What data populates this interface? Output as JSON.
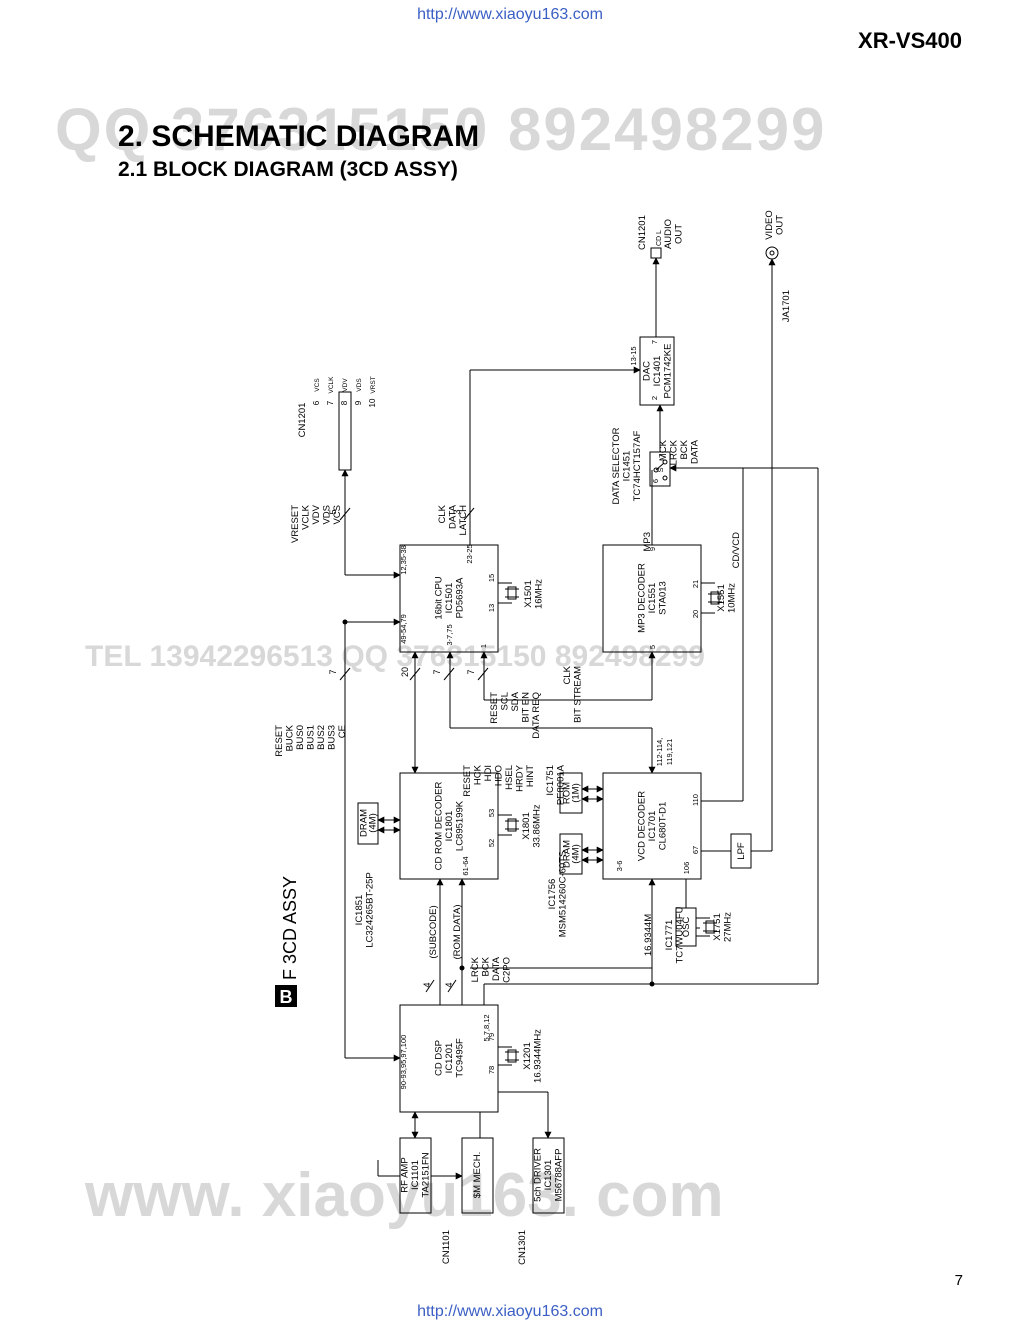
{
  "header": {
    "url_top": "http://www.xiaoyu163.com",
    "url_bottom": "http://www.xiaoyu163.com",
    "model": "XR-VS400",
    "page_number": "7"
  },
  "heading": {
    "title": "2. SCHEMATIC DIAGRAM",
    "subtitle": "2.1 BLOCK DIAGRAM (3CD ASSY)"
  },
  "watermarks": {
    "qq_top": "QQ 376315150  892498299",
    "tel_mid": "TEL 13942296513  QQ 376315150  892498299",
    "bottom": "www. xiaoyu163. com"
  },
  "board": {
    "letter": "B",
    "name": "F 3CD ASSY"
  },
  "blocks": {
    "rf_amp": [
      "RF AMP",
      "IC1101",
      "TA2151FN"
    ],
    "sm_mech": [
      "$M MECH."
    ],
    "driver": [
      "5ch DRIVER",
      "IC1301",
      "M56788AFP"
    ],
    "cd_dsp": [
      "CD DSP",
      "IC1201",
      "TC9495F"
    ],
    "cdrom": [
      "CD ROM DECODER",
      "IC1801",
      "LC895199K"
    ],
    "dram1": [
      "DRAM",
      "(4M)"
    ],
    "cpu": [
      "16bit CPU",
      "IC1501",
      "PD5693A"
    ],
    "mp3": [
      "MP3 DECODER",
      "IC1551",
      "STA013"
    ],
    "vcd": [
      "VCD DECODER",
      "IC1701",
      "CL680T-D1"
    ],
    "rom": [
      "ROM",
      "(1M)"
    ],
    "dram2": [
      "DRAM",
      "(4M)"
    ],
    "lpf": [
      "LPF"
    ],
    "osc": [
      "OSC"
    ],
    "dac": [
      "DAC",
      "IC1401",
      "PCM1742KE"
    ],
    "selector": [
      "DATA SELECTOR",
      "IC1451",
      "TC74HCT157AF"
    ]
  },
  "labels": {
    "cn1101": "CN1101",
    "cn1301": "CN1301",
    "x1201": [
      "X1201",
      "16.9344MHz"
    ],
    "x1801": [
      "X1801",
      "33.86MHz"
    ],
    "x1501": [
      "X1501",
      "16MHz"
    ],
    "x1551": [
      "X1551",
      "10MHz"
    ],
    "x1751": [
      "X1751",
      "27MHz"
    ],
    "ic1851": [
      "IC1851",
      "LC324265BT-25P"
    ],
    "ic1771": [
      "IC1771",
      "TC7WU04FU"
    ],
    "ic1756": [
      "IC1756",
      "MSM514260C-60TS"
    ],
    "ic1751": [
      "IC1751",
      "PE8001A"
    ],
    "freq_16m": "16.9344M",
    "subcode": "(SUBCODE)",
    "romdata": "(ROM DATA)",
    "audio_bus": [
      "LRCK",
      "BCK",
      "DATA",
      "C2PO"
    ],
    "cpu_cdrom_bus": [
      "RESET",
      "BUCK",
      "BUS0",
      "BUS1",
      "BUS2",
      "BUS3",
      "CE"
    ],
    "cdrom_vcd_bus": [
      "RESET",
      "HCK",
      "HDI",
      "HDO",
      "HSEL",
      "HRDY",
      "HINT"
    ],
    "cpu_mp3_bus": [
      "RESET",
      "SCL",
      "SDA",
      "BIT EN",
      "DATA REQ"
    ],
    "mp3_in": [
      "CLK",
      "BIT STREAM"
    ],
    "vfd_bus": [
      "VRESET",
      "VCLK",
      "VDV",
      "VDS",
      "VCS"
    ],
    "dac_bus": [
      "CLK",
      "DATA",
      "LATCH"
    ],
    "mp3_out": "MP3",
    "cdvcd": "CD/VCD",
    "sel_out": [
      "MCK",
      "LRCK",
      "BCK",
      "DATA"
    ],
    "cn1201_top": "CN1201",
    "cd_lr": "CD L",
    "audio_out": [
      "AUDIO",
      "OUT"
    ],
    "ja1701": "JA1701",
    "video_out": [
      "VIDEO",
      "OUT"
    ],
    "cn1201_pins": [
      {
        "num": "6",
        "name": "VCS"
      },
      {
        "num": "7",
        "name": "VCLK"
      },
      {
        "num": "8",
        "name": "VDV"
      },
      {
        "num": "9",
        "name": "VDS"
      },
      {
        "num": "10",
        "name": "VRST"
      }
    ],
    "counts": {
      "n20": "20",
      "n7a": "7",
      "n7b": "7",
      "n7c": "7",
      "n4a": "4",
      "n4b": "4",
      "n5": "5",
      "n3": "3"
    },
    "pins": {
      "dsp_left": "90-93,95,97,100",
      "dsp_right": "5,7,8,12",
      "dsp_78": "78",
      "dsp_79": "79",
      "rom_61": "61-64",
      "rom_52": "52",
      "rom_53": "53",
      "cpu_49": "49-54,79",
      "cpu_3": "3-7,75",
      "cpu_1": "1",
      "cpu_12": "12,35-38",
      "cpu_23": "23-25",
      "cpu_13": "13",
      "cpu_15": "15",
      "mp3_5": "5",
      "mp3_20": "20",
      "mp3_21": "21",
      "mp3_9": "9",
      "vcd_3": "3-6",
      "vcd_106": "106",
      "vcd_67": "67",
      "vcd_110": "110",
      "vcd_112": "112-114,",
      "vcd_119": "119,121",
      "dac_2": "2",
      "dac_13": "13-15",
      "dac_7": "7",
      "sel_6": "6",
      "sel_7": "7",
      "sel_s": "S"
    }
  }
}
